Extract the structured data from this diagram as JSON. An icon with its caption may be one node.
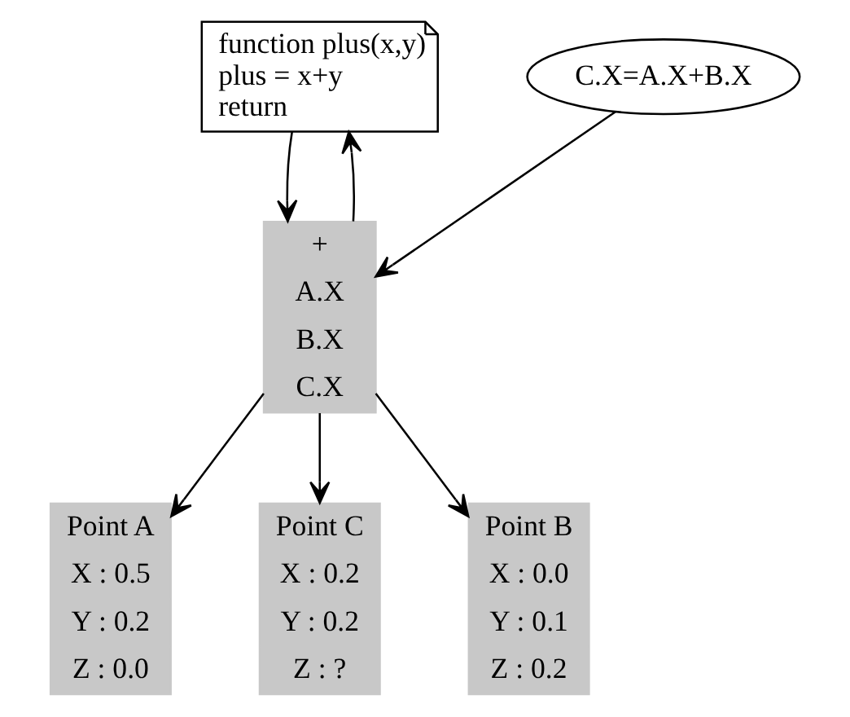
{
  "diagram": {
    "nodes": [
      {
        "text": [
          "function plus(x,y)",
          "plus = x+y",
          "return"
        ]
      },
      {
        "text": [
          "Point A",
          "X : 0.5",
          "Y : 0.2",
          "Z : 0.0"
        ]
      },
      {
        "text": [
          "+",
          "A.X",
          "B.X",
          "C.X"
        ]
      },
      {
        "text": [
          "Point C",
          "X : 0.2",
          "Y : 0.2",
          "Z : ?"
        ]
      },
      {
        "text": [
          "Point B",
          "X : 0.0",
          "Y : 0.1",
          "Z : 0.2"
        ]
      },
      {
        "text": [
          "C.X=A.X+B.X"
        ]
      }
    ],
    "edges": [
      {
        "from": 2,
        "to": 0,
        "arrow": "to"
      },
      {
        "from": 0,
        "to": 2,
        "arrow": "to"
      },
      {
        "from": 2,
        "to": 1,
        "arrow": "to"
      },
      {
        "from": 2,
        "to": 4,
        "arrow": "to"
      },
      {
        "from": 2,
        "to": 3,
        "arrow": "to"
      },
      {
        "from": 5,
        "to": 2,
        "arrow": "to"
      }
    ]
  }
}
